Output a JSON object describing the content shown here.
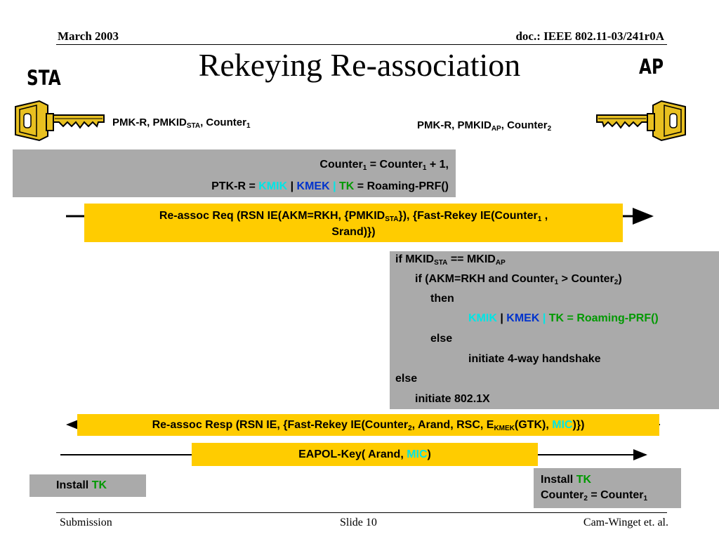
{
  "header": {
    "date": "March 2003",
    "doc": "doc.: IEEE 802.11-03/241r0A"
  },
  "title": "Rekeying Re-association",
  "sta_label": "STA",
  "ap_label": "AP",
  "sta_key": {
    "prefix": "PMK-R, PMKID",
    "sub": "STA",
    "mid": ", Counter",
    "sub2": "1"
  },
  "ap_key": {
    "prefix": "PMK-R, PMKID",
    "sub": "AP",
    "mid": ", Counter",
    "sub2": "2"
  },
  "sta_compute": {
    "line1": {
      "a": "Counter",
      "a_sub": "1",
      "b": " = Counter",
      "b_sub": "1",
      "c": " + 1,"
    },
    "line2": {
      "prefix": "PTK-R = ",
      "kmik": "KMIK",
      "sep1": " | ",
      "kmek": "KMEK",
      "sep2": " | ",
      "tk": "TK",
      "suffix": " = Roaming-PRF()"
    }
  },
  "reassoc_req": {
    "a": "Re-assoc Req (RSN IE(AKM=RKH, {PMKID",
    "a_sub": "STA",
    "b": "}), {Fast-Rekey IE(Counter",
    "b_sub": "1",
    "c": " ,",
    "line2": "Srand)})"
  },
  "ap_logic": {
    "l1": {
      "a": "if MKID",
      "a_sub": "STA",
      "b": " == MKID",
      "b_sub": "AP"
    },
    "l2": {
      "a": "if (AKM=RKH and Counter",
      "a_sub": "1",
      "b": " > Counter",
      "b_sub": "2",
      "c": ")"
    },
    "l3": "then",
    "l4": {
      "kmik": "KMIK",
      "sep1": " | ",
      "kmek": "KMEK",
      "sep2": " | ",
      "rest": "TK = Roaming-PRF()"
    },
    "l5": "else",
    "l6": "initiate 4-way handshake",
    "l7": "else",
    "l8": "initiate 802.1X"
  },
  "reassoc_resp": {
    "a": "Re-assoc Resp (RSN IE, {Fast-Rekey IE(Counter",
    "a_sub": "2",
    "b": ", Arand, RSC, E",
    "b_sub": "KMEK",
    "c": "(GTK), ",
    "mic": "MIC",
    "d": ")})"
  },
  "eapol": {
    "a": "EAPOL-Key( Arand, ",
    "mic": "MIC",
    "b": ")"
  },
  "sta_install": {
    "a": "Install ",
    "tk": "TK"
  },
  "ap_install": {
    "a": "Install ",
    "tk": "TK",
    "l2a": "Counter",
    "l2a_sub": "2",
    "l2b": " = Counter",
    "l2b_sub": "1"
  },
  "footer": {
    "left": "Submission",
    "center": "Slide 10",
    "right": "Cam-Winget et. al."
  },
  "colors": {
    "gray_box": "#aaaaaa",
    "yellow_box": "#ffcc00",
    "key_gold": "#e8c020",
    "cyan": "#00e5e5",
    "blue": "#0033cc",
    "green": "#009900"
  }
}
